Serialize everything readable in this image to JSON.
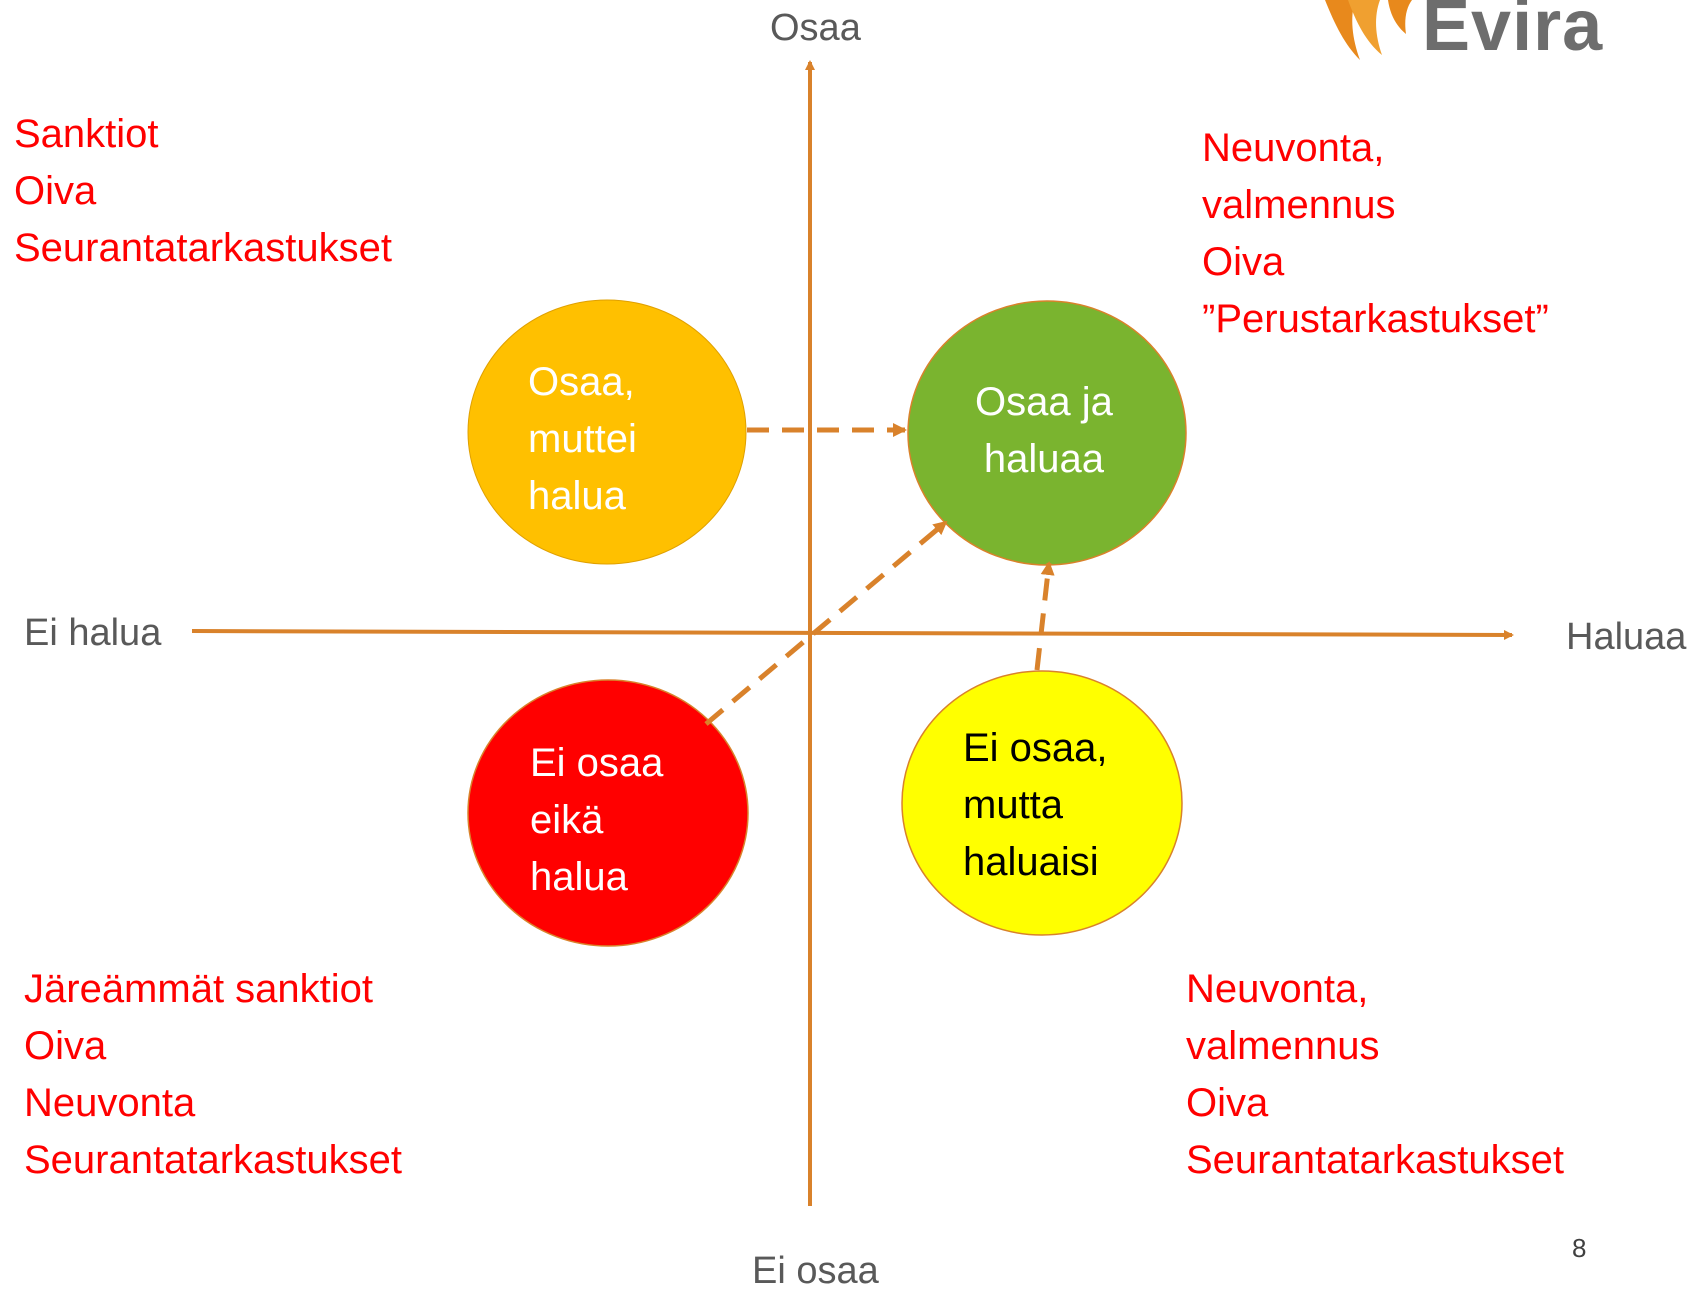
{
  "logo": {
    "text": "Evira",
    "accent": "#e8891c"
  },
  "page_number": "8",
  "axes": {
    "top": "Osaa",
    "bottom": "Ei osaa",
    "left": "Ei halua",
    "right": "Haluaa",
    "color": "#d9822b"
  },
  "quadrants": {
    "top_left": [
      "Sanktiot",
      "Oiva",
      "Seurantatarkastukset"
    ],
    "top_right": [
      "Neuvonta,",
      "valmennus",
      "Oiva",
      "”Perustarkastukset”"
    ],
    "bottom_left": [
      "Järeämmät sanktiot",
      "Oiva",
      "Neuvonta",
      "Seurantatarkastukset"
    ],
    "bottom_right": [
      "Neuvonta,",
      "valmennus",
      "Oiva",
      "Seurantatarkastukset"
    ],
    "color": "#ff0000"
  },
  "circles": {
    "orange": {
      "lines": [
        "Osaa,",
        "muttei",
        "halua"
      ],
      "fill": "#ffc000",
      "text_color": "#ffffff"
    },
    "green": {
      "lines": [
        "Osaa ja",
        "haluaa"
      ],
      "fill": "#7ab42f",
      "text_color": "#ffffff"
    },
    "red": {
      "lines": [
        "Ei osaa",
        "eikä",
        "halua"
      ],
      "fill": "#ff0000",
      "text_color": "#ffffff"
    },
    "yellow": {
      "lines": [
        "Ei osaa,",
        "mutta",
        "haluaisi"
      ],
      "fill": "#ffff00",
      "text_color": "#000000"
    }
  }
}
